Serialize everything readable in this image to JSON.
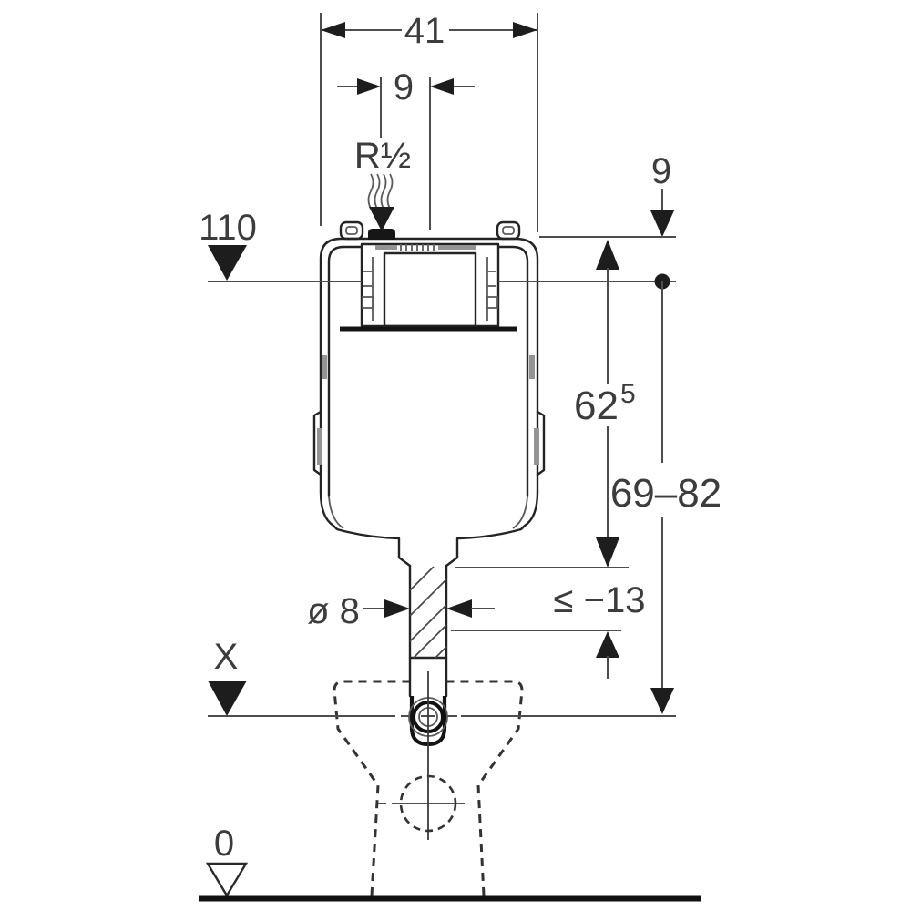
{
  "diagram": {
    "type": "technical-installation-drawing",
    "subject": "concealed-cistern-with-wc-pan-front-view",
    "units": "cm",
    "colors": {
      "background": "#ffffff",
      "drawing_line": "#242424",
      "dimension_line": "#4d4d4d",
      "text": "#3c3c3c",
      "detail_gray": "#949494"
    },
    "labels": {
      "width_top": "41",
      "inlet_offset": "9",
      "inlet_thread": "R½",
      "level_110": "110",
      "top_edge_depth": "9",
      "height_62_base": "62",
      "height_62_sup": "5",
      "height_range": "69–82",
      "pipe_diameter": "ø 8",
      "shorten_allowance": "≤ −13",
      "level_x": "X",
      "level_zero": "0"
    }
  }
}
